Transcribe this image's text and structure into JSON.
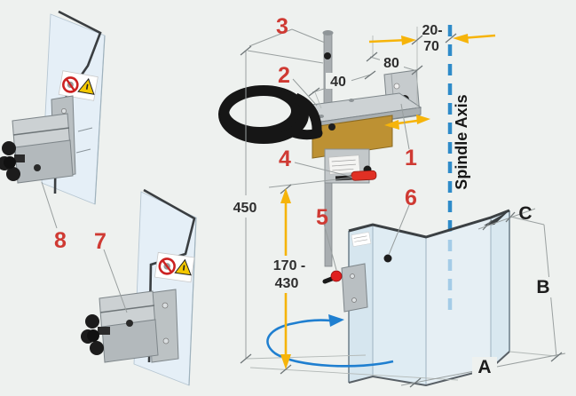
{
  "callouts": {
    "n1": "1",
    "n2": "2",
    "n3": "3",
    "n4": "4",
    "n5": "5",
    "n6": "6",
    "n7": "7",
    "n8": "8"
  },
  "dimensions": {
    "spindle_offset_line1": "20-",
    "spindle_offset_line2": "70",
    "top_depth": "80",
    "top_width": "40",
    "column_height": "450",
    "height_range_line1": "170 -",
    "height_range_line2": "430",
    "guard_width_label": "A",
    "guard_height_label": "B",
    "wing_depth_label": "C"
  },
  "axis_label": "Spindle Axis",
  "colors": {
    "background": "#eef1ef",
    "callout_red": "#cf3a33",
    "dimension_yellow": "#f6b40a",
    "axis_blue": "#2e8bc9",
    "rotation_blue": "#1f7fd0",
    "shield_glass": "#dcebf6",
    "brass_block": "#bd9133",
    "metal_gray": "#c6cbcd",
    "cable_black": "#161616",
    "lever_red": "#e03024"
  },
  "icons": {
    "prohibition-icon": "red circle-slash (no reaching in)",
    "warning-triangle-icon": "yellow triangle warning",
    "rotation-arrow-icon": "blue curved arc arrow",
    "dimension-arrow-icon": "yellow dimension arrow",
    "spindle-axis-icon": "blue dashed centerline"
  }
}
